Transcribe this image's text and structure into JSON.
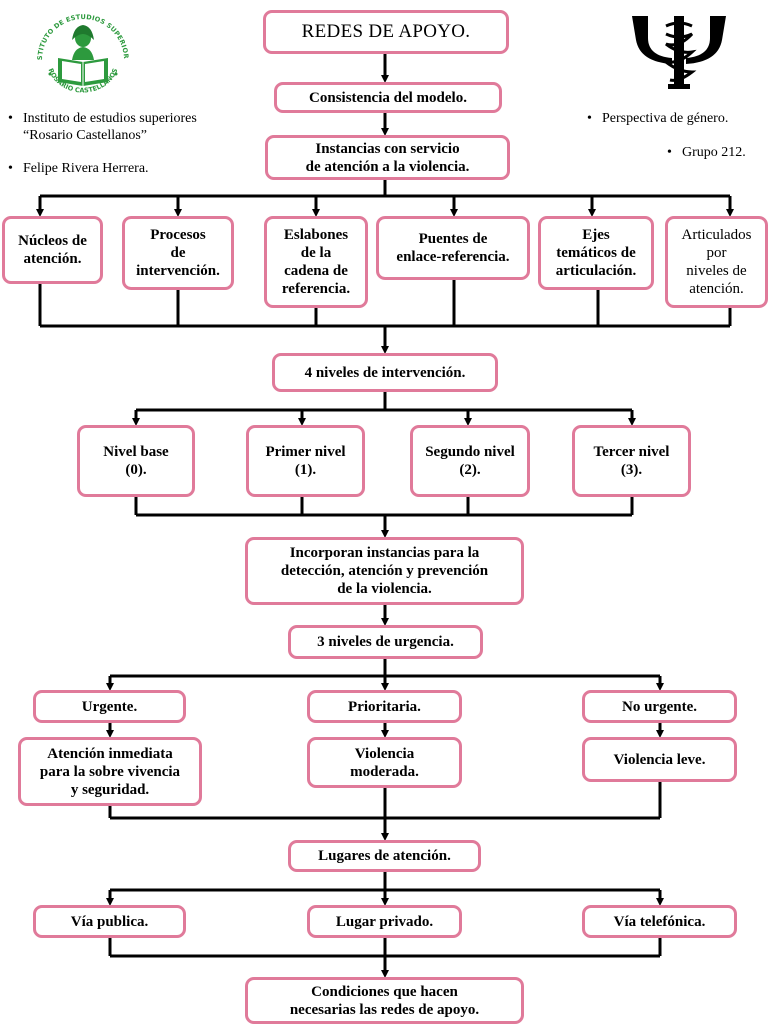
{
  "header": {
    "left_info": [
      "Instituto de estudios superiores\n“Rosario Castellanos”",
      "Felipe Rivera Herrera."
    ],
    "right_info": [
      "Perspectiva de género.",
      "Grupo 212."
    ],
    "logo_text_top": "INSTITUTO DE ESTUDIOS SUPERIORES",
    "logo_text_bottom": "ROSARIO CASTELLANOS",
    "bullet": "•"
  },
  "colors": {
    "box_border": "#e07a9a",
    "line": "#000000",
    "logo_green": "#2d9a3e"
  },
  "nodes": {
    "title": "REDES DE APOYO.",
    "consistencia": "Consistencia del modelo.",
    "instancias": "Instancias con servicio\nde atención a la violencia.",
    "nucleos": "Núcleos de\natención.",
    "procesos": "Procesos\nde\nintervención.",
    "eslabones": "Eslabones\nde la\ncadena de\nreferencia.",
    "puentes": "Puentes de\nenlace-referencia.",
    "ejes": "Ejes\ntemáticos de\narticulación.",
    "articulados": "Articulados\npor\nniveles de\natención.",
    "niveles4": "4 niveles de intervención.",
    "nivel0": "Nivel base\n(0).",
    "nivel1": "Primer nivel\n(1).",
    "nivel2": "Segundo nivel\n(2).",
    "nivel3": "Tercer nivel\n(3).",
    "incorporan": "Incorporan instancias para la\ndetección, atención y prevención\nde la violencia.",
    "urgencia3": "3 niveles de urgencia.",
    "urgente": "Urgente.",
    "prioritaria": "Prioritaria.",
    "nourgente": "No urgente.",
    "atencion_inmediata": "Atención inmediata\npara la sobre vivencia\ny seguridad.",
    "violencia_moderada": "Violencia\nmoderada.",
    "violencia_leve": "Violencia leve.",
    "lugares": "Lugares de atención.",
    "via_publica": "Vía publica.",
    "lugar_privado": "Lugar privado.",
    "via_telefonica": "Vía telefónica.",
    "condiciones": "Condiciones que hacen\nnecesarias las redes de apoyo."
  }
}
